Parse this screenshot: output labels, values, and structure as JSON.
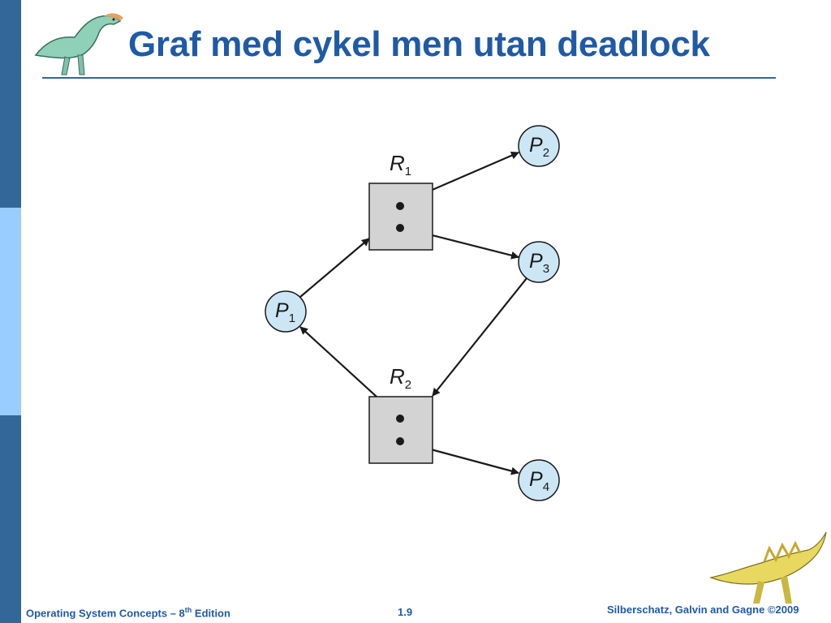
{
  "slide": {
    "title": "Graf med cykel men utan deadlock"
  },
  "diagram": {
    "resources": [
      {
        "id": "R1",
        "letter": "R",
        "subscript": "1",
        "instances": 2
      },
      {
        "id": "R2",
        "letter": "R",
        "subscript": "2",
        "instances": 2
      }
    ],
    "processes": [
      {
        "id": "P1",
        "letter": "P",
        "subscript": "1"
      },
      {
        "id": "P2",
        "letter": "P",
        "subscript": "2"
      },
      {
        "id": "P3",
        "letter": "P",
        "subscript": "3"
      },
      {
        "id": "P4",
        "letter": "P",
        "subscript": "4"
      }
    ],
    "edges": [
      {
        "from": "P1",
        "to": "R1",
        "kind": "request"
      },
      {
        "from": "R1",
        "to": "P2",
        "kind": "assignment"
      },
      {
        "from": "R1",
        "to": "P3",
        "kind": "assignment"
      },
      {
        "from": "P3",
        "to": "R2",
        "kind": "request"
      },
      {
        "from": "R2",
        "to": "P1",
        "kind": "assignment"
      },
      {
        "from": "R2",
        "to": "P4",
        "kind": "assignment"
      }
    ],
    "colors": {
      "process_fill": "#cce6f5",
      "resource_fill": "#d3d3d3",
      "stroke": "#1a1a1a"
    }
  },
  "footer": {
    "book_prefix": "Operating System Concepts – 8",
    "book_sup": "th",
    "book_suffix": " Edition",
    "page": "1.9",
    "copyright": "Silberschatz, Galvin and Gagne ©2009"
  },
  "colors": {
    "title": "#1f5aa6",
    "sidebar_dark": "#336699",
    "sidebar_light": "#99ccff"
  }
}
